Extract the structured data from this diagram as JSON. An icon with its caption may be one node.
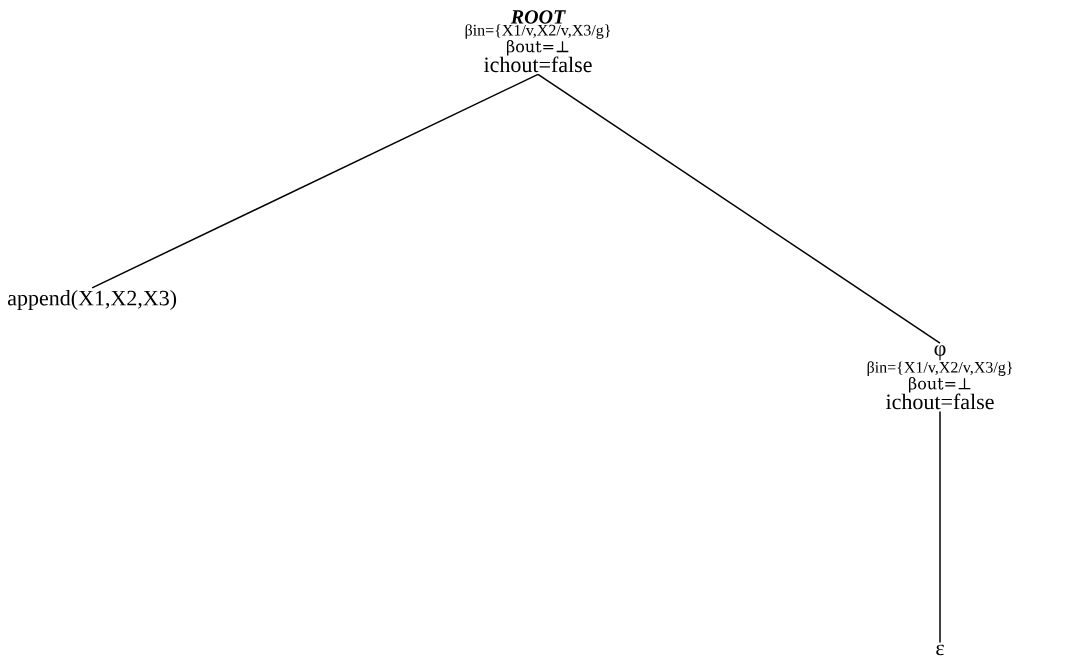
{
  "diagram": {
    "nodes": [
      {
        "text": [
          "ROOT",
          "βin={X1/v,X2/v,X3/g}",
          "βout=⊥",
          "ichout=false"
        ]
      },
      {
        "text": [
          "append(X1,X2,X3)"
        ]
      },
      {
        "text": [
          "φ",
          "βin={X1/v,X2/v,X3/g}",
          "βout=⊥",
          "ichout=false"
        ]
      },
      {
        "text": [
          "ε"
        ]
      }
    ],
    "edges": [
      {
        "from": 0,
        "to": 1,
        "arrow": "none"
      },
      {
        "from": 0,
        "to": 2,
        "arrow": "none"
      },
      {
        "from": 2,
        "to": 3,
        "arrow": "none"
      }
    ]
  }
}
